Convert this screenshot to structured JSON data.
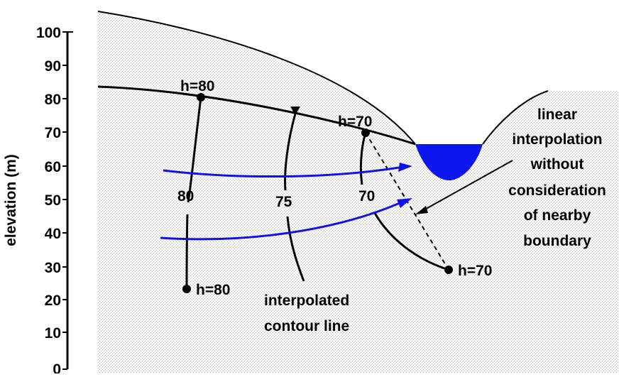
{
  "axis": {
    "ylabel": "elevation (m)",
    "ticks": [
      "0",
      "10",
      "20",
      "30",
      "40",
      "50",
      "60",
      "70",
      "80",
      "90",
      "100"
    ],
    "ylim": [
      0,
      100
    ],
    "units": "m"
  },
  "observation_points": [
    {
      "id": "p1",
      "label": "h=80",
      "head": 80,
      "elevation": 80
    },
    {
      "id": "p2",
      "label": "h=80",
      "head": 80,
      "elevation": 23
    },
    {
      "id": "p3",
      "label": "h=70",
      "head": 70,
      "elevation": 70
    },
    {
      "id": "p4",
      "label": "h=70",
      "head": 70,
      "elevation": 29
    }
  ],
  "contours": [
    {
      "value": 80,
      "label": "80"
    },
    {
      "value": 75,
      "label": "75"
    },
    {
      "value": 70,
      "label": "70"
    }
  ],
  "annotations": {
    "interpolated_contour": [
      "interpolated",
      "contour line"
    ],
    "linear_interpolation": [
      "linear",
      "interpolation",
      "without",
      "consideration",
      "of nearby",
      "boundary"
    ]
  },
  "colors": {
    "flow_arrows": "#1010ee",
    "water_body": "#0b16ee",
    "lines": "#000000",
    "stipple": "#b5b5b5"
  }
}
